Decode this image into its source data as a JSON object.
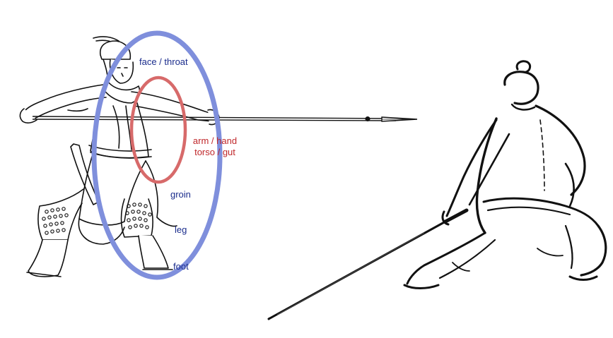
{
  "colors": {
    "outer_ring": "#7f8fdc",
    "inner_ring": "#d76a6a",
    "blue_text": "#1a2c8c",
    "red_text": "#c0282b",
    "ink": "#111111"
  },
  "outer_targets": {
    "face_throat": "face / throat",
    "groin": "groin",
    "leg": "leg",
    "foot": "foot"
  },
  "inner_targets": {
    "arm_hand": "arm / hand",
    "torso_gut": "torso / gut"
  }
}
